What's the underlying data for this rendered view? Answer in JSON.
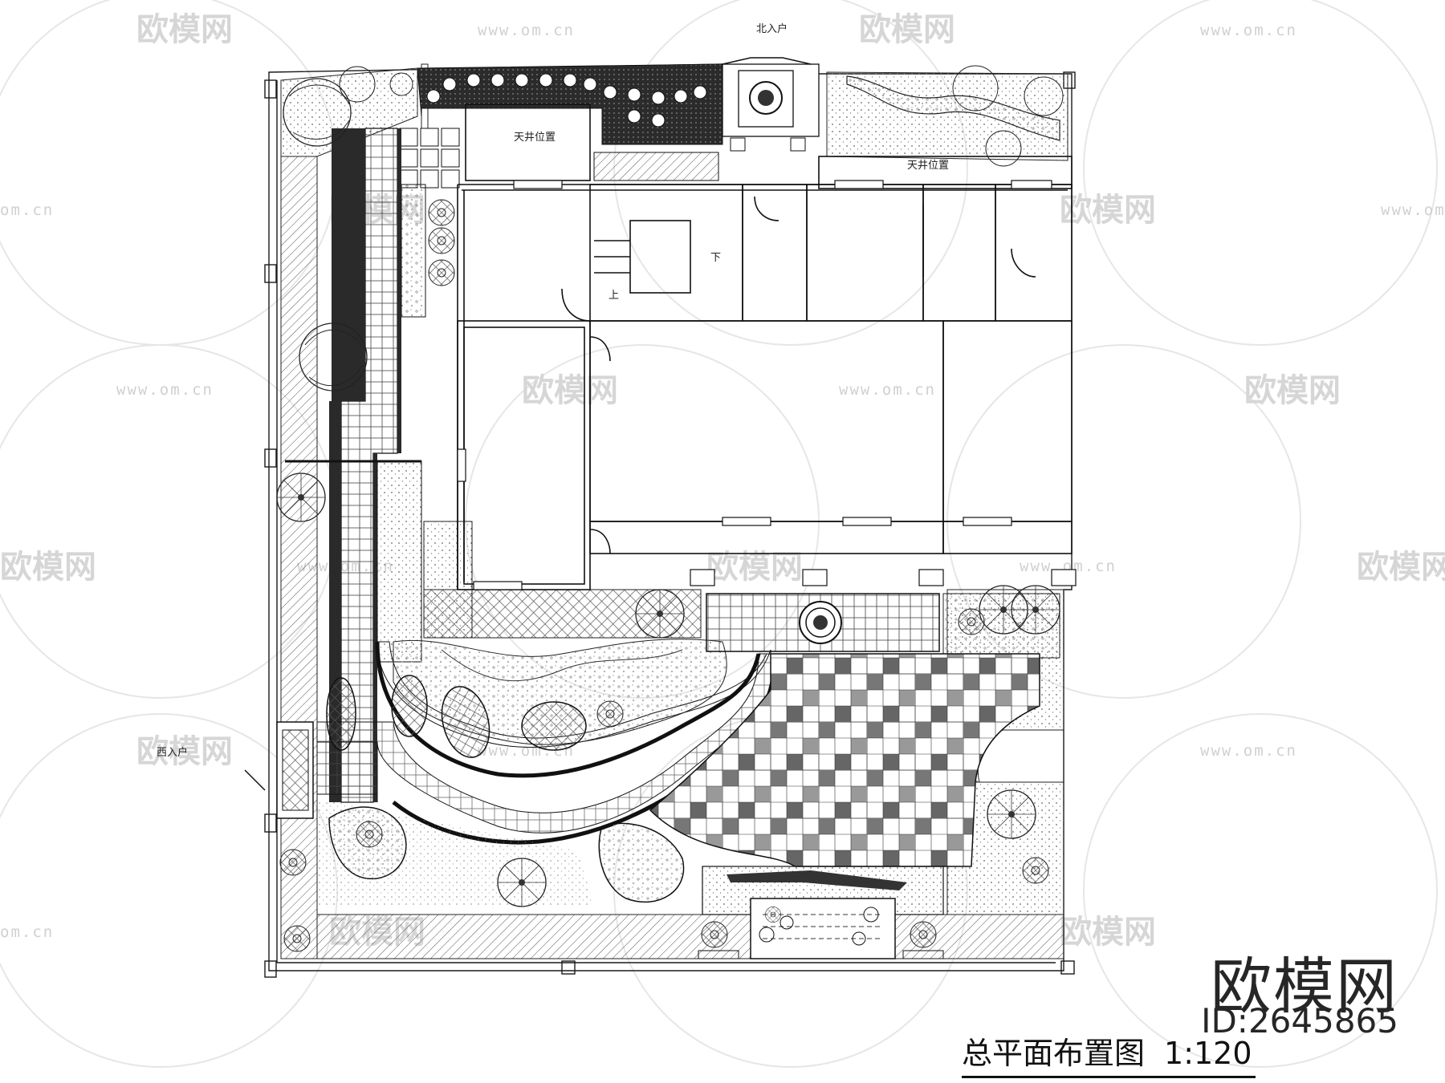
{
  "drawing": {
    "title": "总平面布置图",
    "scale": "1:120"
  },
  "labels": {
    "north_entrance": "北入户",
    "west_entrance": "西入户",
    "skylight_left": "天井位置",
    "skylight_right": "天井位置",
    "stair_up": "上",
    "stair_down": "下"
  },
  "watermark": {
    "brand_text": "欧模网",
    "url_text": "www.om.cn",
    "url_text_cut": "om.cn"
  },
  "brand": {
    "name": "欧模网",
    "id": "ID:2645865"
  },
  "colors": {
    "line": "#1a1a1a",
    "hatch": "#555555",
    "dark_path": "#2b2b2b",
    "watermark": "#d6d6d6"
  }
}
